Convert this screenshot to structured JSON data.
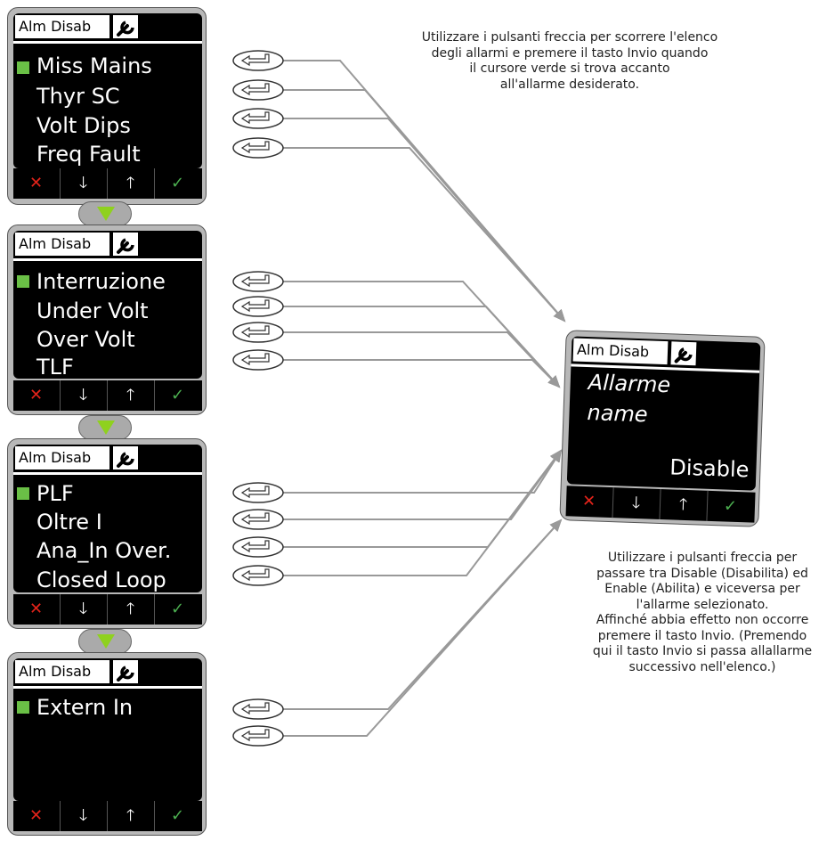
{
  "screen_title": "Alm Disab",
  "screens": [
    {
      "items": [
        "Miss Mains",
        "Thyr SC",
        "Volt Dips",
        "Freq Fault"
      ]
    },
    {
      "items": [
        "Interruzione",
        "Under Volt",
        "Over Volt",
        "TLF"
      ]
    },
    {
      "items": [
        "PLF",
        "Oltre I",
        "Ana_In Over.",
        "Closed Loop"
      ]
    },
    {
      "items": [
        "Extern In"
      ]
    }
  ],
  "detail": {
    "title": "Alm Disab",
    "line1": "Allarme",
    "line2": "name",
    "value": "Disable"
  },
  "note_top": [
    "Utilizzare i pulsanti freccia per scorrere l'elenco",
    "degli allarmi e premere il tasto Invio quando",
    "il cursore verde si trova accanto",
    "all'allarme desiderato."
  ],
  "note_bottom": [
    "Utilizzare i pulsanti freccia per",
    "passare tra Disable (Disabilita) ed",
    "Enable (Abilita) e viceversa per",
    "l'allarme selezionato.",
    "Affinché abbia effetto non occorre",
    "premere il tasto Invio. (Premendo",
    "qui il tasto Invio si passa allallarme",
    "successivo nell'elenco.)"
  ],
  "button_icons": [
    "cancel-icon",
    "down-arrow-icon",
    "up-arrow-icon",
    "confirm-icon"
  ],
  "colors": {
    "cursor": "#6ac046",
    "cancel": "#e2231a",
    "confirm": "#4caf50",
    "nav_arrow": "#8fd11e"
  }
}
